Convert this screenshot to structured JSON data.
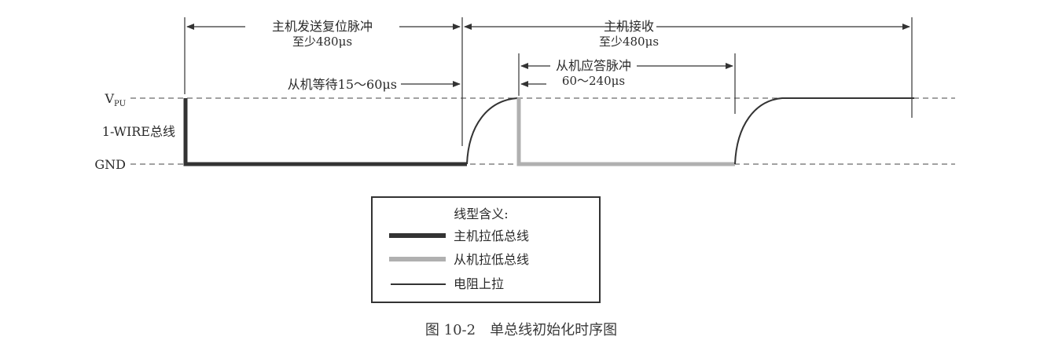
{
  "diagram": {
    "labels": {
      "vpu_main": "V",
      "vpu_sub": "PU",
      "bus": "1-WIRE总线",
      "gnd": "GND"
    },
    "annotations": {
      "reset_title": "主机发送复位脉冲",
      "reset_time": "至少480μs",
      "receive_title": "主机接收",
      "receive_time": "至少480μs",
      "slave_wait": "从机等待15～60μs",
      "presence_title": "从机应答脉冲",
      "presence_time": "60～240μs"
    },
    "legend": {
      "title": "线型含义:",
      "items": [
        {
          "label": "主机拉低总线",
          "color": "#333333"
        },
        {
          "label": "从机拉低总线",
          "color": "#b0b0b0"
        },
        {
          "label": "电阻上拉",
          "color": "#333333"
        }
      ]
    },
    "caption": "图 10-2　单总线初始化时序图"
  }
}
